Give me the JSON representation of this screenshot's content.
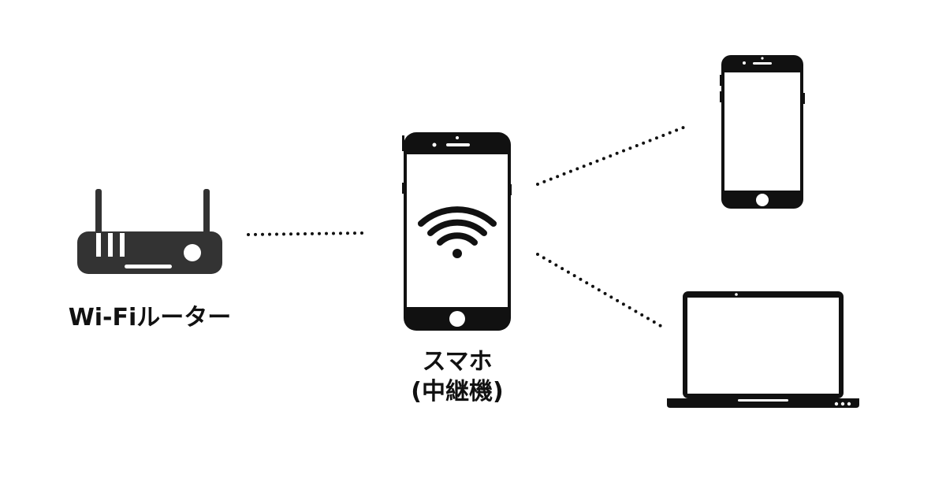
{
  "colors": {
    "background": "#ffffff",
    "device": "#111111",
    "router": "#333333",
    "screen": "#ffffff",
    "connection": "#111111"
  },
  "nodes": {
    "router": {
      "label": "Wi-Fiルーター",
      "icon": "router-icon"
    },
    "phone_relay": {
      "label_line1": "スマホ",
      "label_line2": "(中継機)",
      "icon": "smartphone-icon",
      "screen_icon": "wifi-icon"
    },
    "phone_client": {
      "icon": "smartphone-icon"
    },
    "laptop_client": {
      "icon": "laptop-icon"
    }
  },
  "connections": [
    {
      "from": "router",
      "to": "phone_relay",
      "style": "dotted"
    },
    {
      "from": "phone_relay",
      "to": "phone_client",
      "style": "dotted"
    },
    {
      "from": "phone_relay",
      "to": "laptop_client",
      "style": "dotted"
    }
  ]
}
